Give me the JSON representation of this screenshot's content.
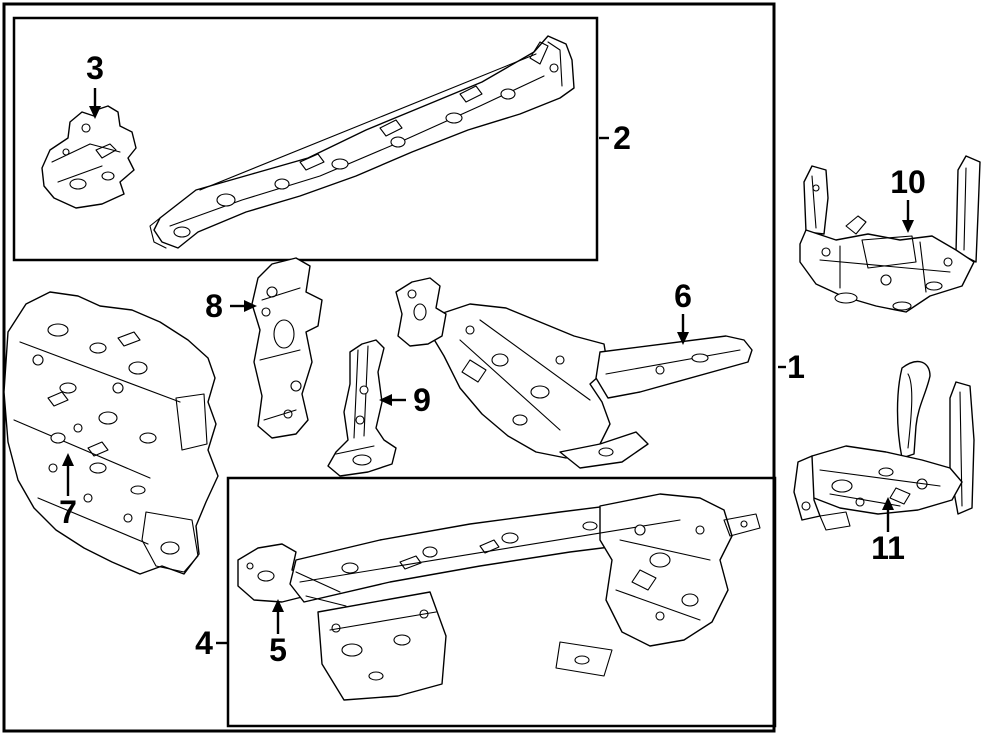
{
  "background": "#ffffff",
  "line_color": "#000000",
  "callouts": {
    "c1": {
      "label": "1"
    },
    "c2": {
      "label": "2"
    },
    "c3": {
      "label": "3"
    },
    "c4": {
      "label": "4"
    },
    "c5": {
      "label": "5"
    },
    "c6": {
      "label": "6"
    },
    "c7": {
      "label": "7"
    },
    "c8": {
      "label": "8"
    },
    "c9": {
      "label": "9"
    },
    "c10": {
      "label": "10"
    },
    "c11": {
      "label": "11"
    }
  }
}
